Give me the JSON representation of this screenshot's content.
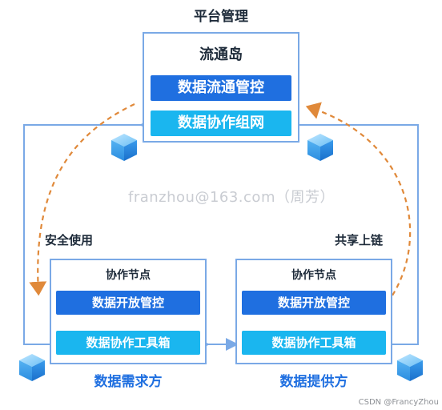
{
  "title": "平台管理",
  "hub": {
    "name": "流通岛",
    "bar_top": "数据流通管控",
    "bar_bottom": "数据协作组网"
  },
  "left_node": {
    "header": "协作节点",
    "bar_top": "数据开放管控",
    "bar_bottom": "数据协作工具箱",
    "caption": "数据需求方",
    "side_label": "安全使用"
  },
  "right_node": {
    "header": "协作节点",
    "bar_top": "数据开放管控",
    "bar_bottom": "数据协作工具箱",
    "caption": "数据提供方",
    "side_label": "共享上链"
  },
  "watermark": "franzhou@163.com（周芳）",
  "credit": "CSDN @FrancyZhou",
  "colors": {
    "border": "#7aa9e6",
    "bar_dark": "#1f6fe0",
    "bar_light": "#1ab6ef",
    "arrow_dashed": "#e0893a",
    "caption": "#1f6fe0"
  },
  "icons": [
    "cube-icon",
    "cube-icon",
    "cube-icon",
    "cube-icon"
  ]
}
